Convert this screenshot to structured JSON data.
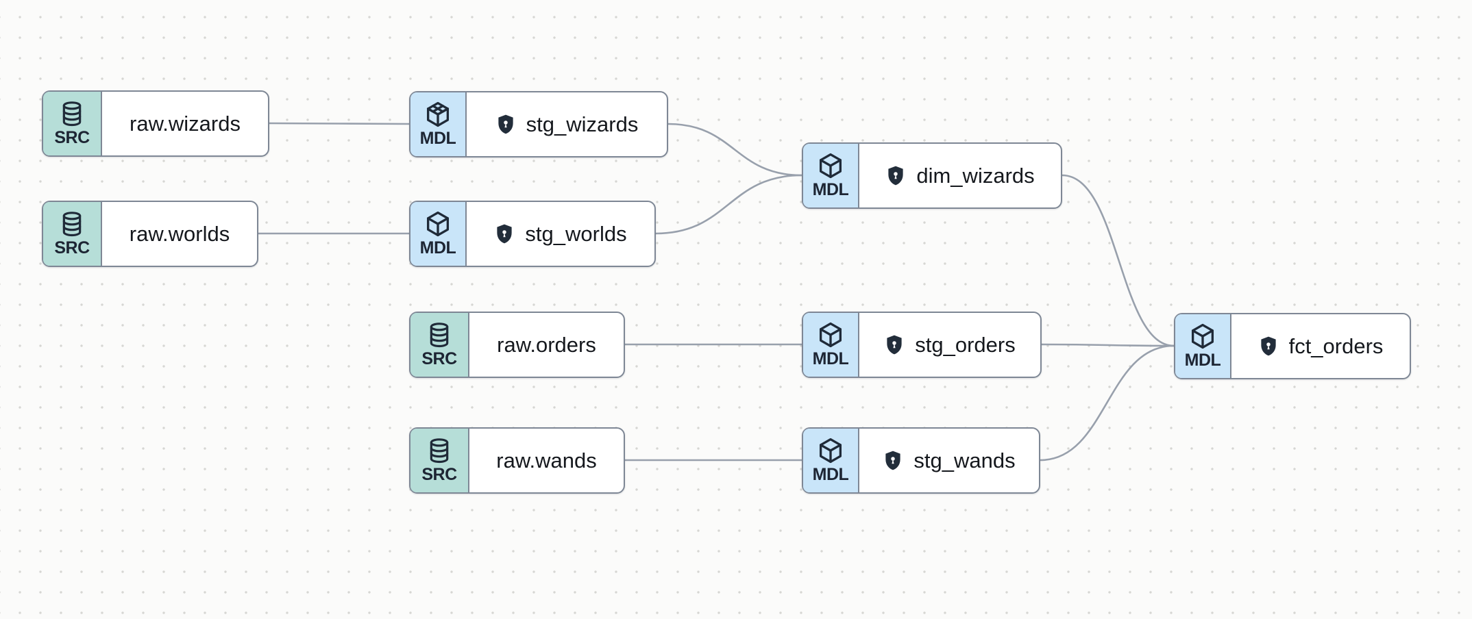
{
  "graph": {
    "nodes": [
      {
        "id": "raw_wizards",
        "type": "source",
        "badge": "SRC",
        "label": "raw.wizards",
        "icon": "database-icon",
        "shield": false
      },
      {
        "id": "stg_wizards",
        "type": "model",
        "badge": "MDL",
        "label": "stg_wizards",
        "icon": "cube-icon",
        "shield": true
      },
      {
        "id": "raw_worlds",
        "type": "source",
        "badge": "SRC",
        "label": "raw.worlds",
        "icon": "database-icon",
        "shield": false
      },
      {
        "id": "stg_worlds",
        "type": "model",
        "badge": "MDL",
        "label": "stg_worlds",
        "icon": "cube-icon",
        "shield": true
      },
      {
        "id": "dim_wizards",
        "type": "model",
        "badge": "MDL",
        "label": "dim_wizards",
        "icon": "cube-icon",
        "shield": true
      },
      {
        "id": "raw_orders",
        "type": "source",
        "badge": "SRC",
        "label": "raw.orders",
        "icon": "database-icon",
        "shield": false
      },
      {
        "id": "stg_orders",
        "type": "model",
        "badge": "MDL",
        "label": "stg_orders",
        "icon": "cube-icon",
        "shield": true
      },
      {
        "id": "raw_wands",
        "type": "source",
        "badge": "SRC",
        "label": "raw.wands",
        "icon": "database-icon",
        "shield": false
      },
      {
        "id": "stg_wands",
        "type": "model",
        "badge": "MDL",
        "label": "stg_wands",
        "icon": "cube-icon",
        "shield": true
      },
      {
        "id": "fct_orders",
        "type": "model",
        "badge": "MDL",
        "label": "fct_orders",
        "icon": "cube-icon",
        "shield": true
      }
    ],
    "edges": [
      {
        "from": "raw.wizards",
        "to": "stg_wizards"
      },
      {
        "from": "raw.worlds",
        "to": "stg_worlds"
      },
      {
        "from": "stg_wizards",
        "to": "dim_wizards"
      },
      {
        "from": "stg_worlds",
        "to": "dim_wizards"
      },
      {
        "from": "raw.orders",
        "to": "stg_orders"
      },
      {
        "from": "raw.wands",
        "to": "stg_wands"
      },
      {
        "from": "dim_wizards",
        "to": "fct_orders"
      },
      {
        "from": "stg_orders",
        "to": "fct_orders"
      },
      {
        "from": "stg_wands",
        "to": "fct_orders"
      }
    ],
    "colors": {
      "background": "#fbfbfa",
      "grid_dot": "#d6d6d3",
      "source_band": "#b6ded8",
      "model_band": "#c9e5f9",
      "node_border": "#7e8795",
      "node_background": "#ffffff",
      "edge": "#98a0ac",
      "icon_dark": "#1f2a38",
      "label_text": "#15181d"
    }
  }
}
